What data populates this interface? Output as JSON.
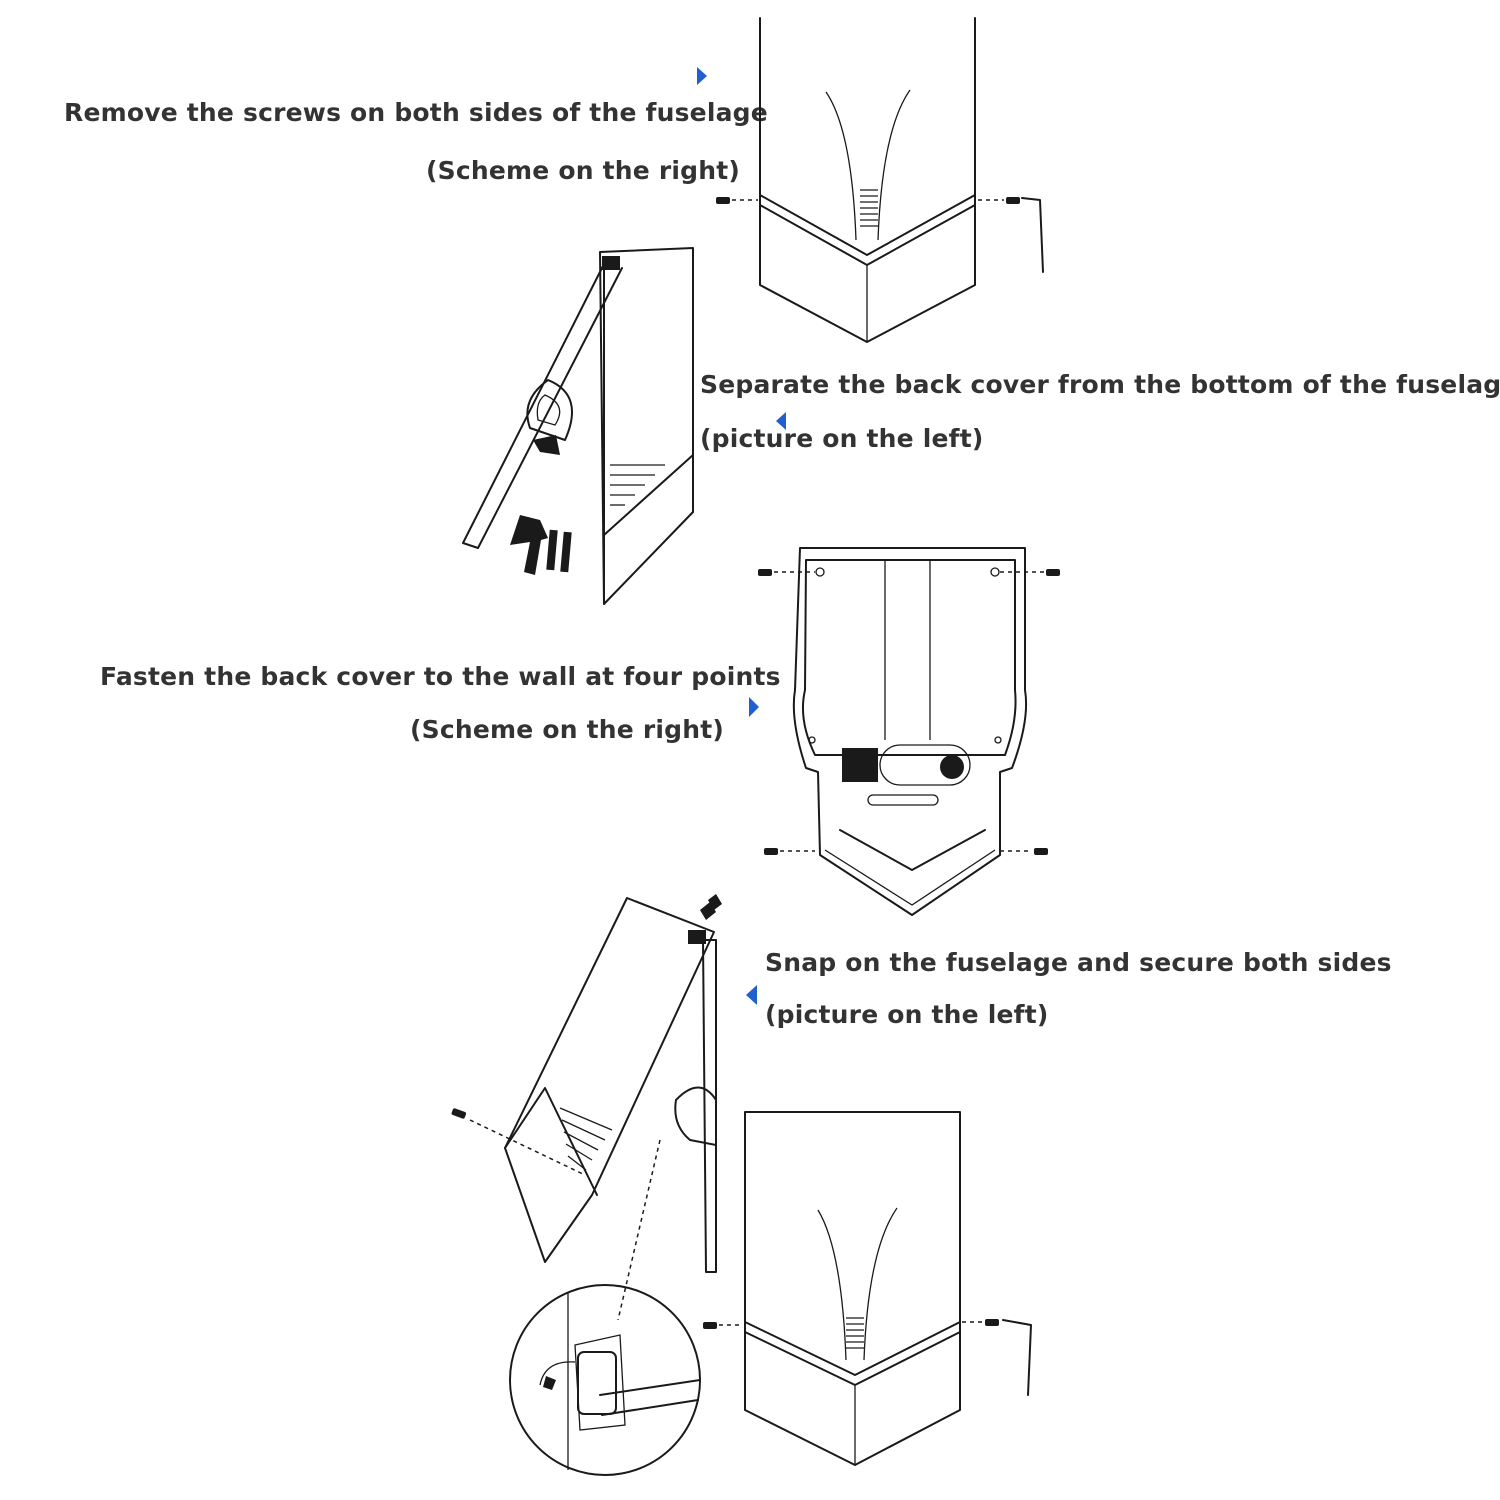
{
  "steps": [
    {
      "title": "Remove the screws on both sides of the fuselage",
      "note": "(Scheme on the right)"
    },
    {
      "title": "Separate the back cover from the bottom of the fuselage",
      "note": "(picture on the left)"
    },
    {
      "title": "Fasten the back cover to the wall at four points",
      "note": "(Scheme on the right)"
    },
    {
      "title": "Snap on the fuselage and secure both sides",
      "note": "(picture on the left)"
    }
  ],
  "colors": {
    "text": "#333333",
    "pointer": "#1f5fd0",
    "line": "#1a1a1a"
  },
  "icons": [
    "pointer-right-icon",
    "pointer-left-icon",
    "screw-icon",
    "hex-key-icon",
    "push-arrow-icon"
  ]
}
